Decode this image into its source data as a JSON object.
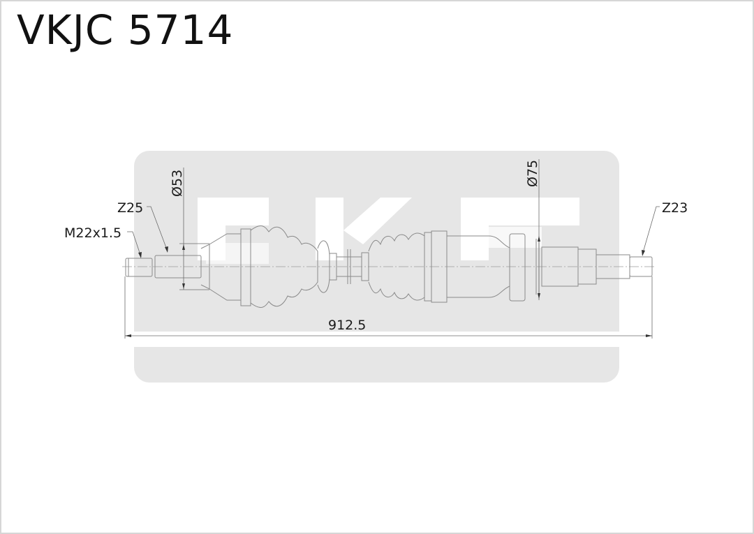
{
  "title": "VKJC 5714",
  "watermark": {
    "text": "SKF",
    "color": "#e6e6e6"
  },
  "drawing": {
    "subject": "drive shaft",
    "labels": {
      "thread": "M22x1.5",
      "spline_left": "Z25",
      "diameter_left": "Ø53",
      "diameter_right": "Ø75",
      "spline_right": "Z23",
      "overall_length": "912.5"
    },
    "line_color": "#8a8a8a",
    "text_color": "#1a1a1a"
  }
}
